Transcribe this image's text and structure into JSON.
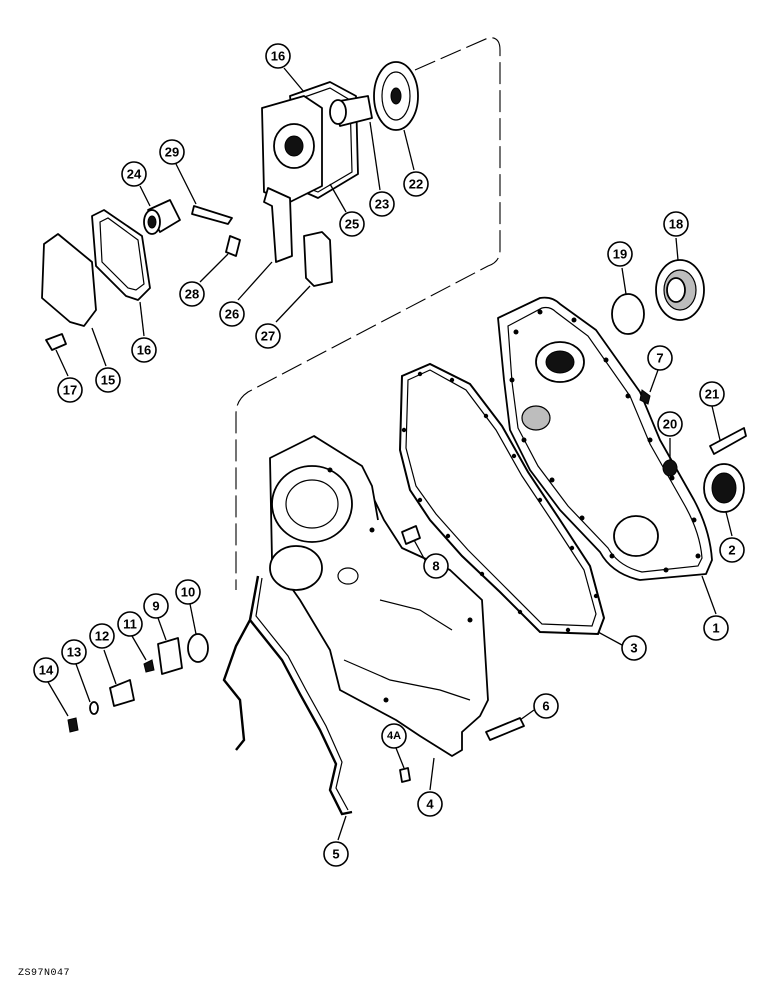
{
  "figure_code": "ZS97N047",
  "callouts": [
    {
      "id": "c1",
      "label": "1"
    },
    {
      "id": "c2",
      "label": "2"
    },
    {
      "id": "c3",
      "label": "3"
    },
    {
      "id": "c4",
      "label": "4"
    },
    {
      "id": "c4a",
      "label": "4A"
    },
    {
      "id": "c5",
      "label": "5"
    },
    {
      "id": "c6",
      "label": "6"
    },
    {
      "id": "c7",
      "label": "7"
    },
    {
      "id": "c8",
      "label": "8"
    },
    {
      "id": "c9",
      "label": "9"
    },
    {
      "id": "c10",
      "label": "10"
    },
    {
      "id": "c11",
      "label": "11"
    },
    {
      "id": "c12",
      "label": "12"
    },
    {
      "id": "c13",
      "label": "13"
    },
    {
      "id": "c14",
      "label": "14"
    },
    {
      "id": "c15",
      "label": "15"
    },
    {
      "id": "c16a",
      "label": "16"
    },
    {
      "id": "c16b",
      "label": "16"
    },
    {
      "id": "c17",
      "label": "17"
    },
    {
      "id": "c18",
      "label": "18"
    },
    {
      "id": "c19",
      "label": "19"
    },
    {
      "id": "c20",
      "label": "20"
    },
    {
      "id": "c21",
      "label": "21"
    },
    {
      "id": "c22",
      "label": "22"
    },
    {
      "id": "c23",
      "label": "23"
    },
    {
      "id": "c24",
      "label": "24"
    },
    {
      "id": "c25",
      "label": "25"
    },
    {
      "id": "c26",
      "label": "26"
    },
    {
      "id": "c27",
      "label": "27"
    },
    {
      "id": "c28",
      "label": "28"
    },
    {
      "id": "c29",
      "label": "29"
    }
  ]
}
